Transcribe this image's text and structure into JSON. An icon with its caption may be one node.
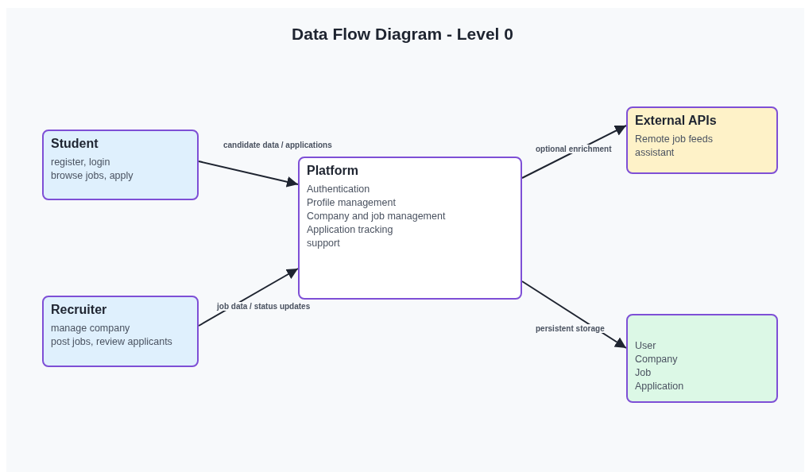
{
  "diagram": {
    "title": "Data Flow Diagram - Level 0",
    "nodes": [
      {
        "text": [
          "Student",
          "register, login",
          "browse jobs, apply"
        ]
      },
      {
        "text": [
          "Recruiter",
          "manage company",
          "post jobs, review applicants"
        ]
      },
      {
        "text": [
          "Platform",
          "Authentication",
          "Profile management",
          "Company and job management",
          "Application tracking",
          "support"
        ]
      },
      {
        "text": [
          "External APIs",
          "Remote job feeds",
          "assistant"
        ]
      },
      {
        "text": [
          "User",
          "Company",
          "Job",
          "Application"
        ]
      }
    ],
    "edges": [
      {
        "from": 0,
        "to": 2,
        "arrow": "to",
        "label": "candidate data / applications"
      },
      {
        "from": 1,
        "to": 2,
        "arrow": "to",
        "label": "job data / status updates"
      },
      {
        "from": 2,
        "to": 3,
        "arrow": "to",
        "label": "optional enrichment"
      },
      {
        "from": 2,
        "to": 4,
        "arrow": "to",
        "label": "persistent storage"
      }
    ]
  }
}
